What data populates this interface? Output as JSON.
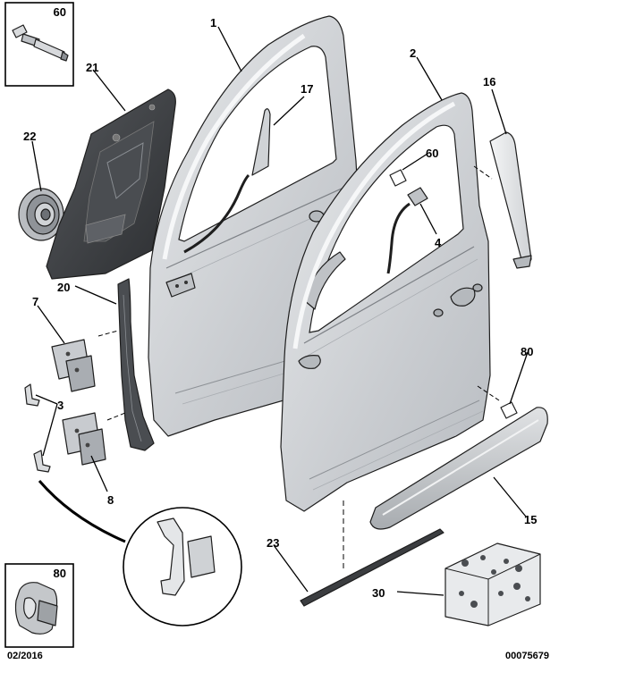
{
  "diagram": {
    "callouts": {
      "c1": "1",
      "c2": "2",
      "c3": "3",
      "c4": "4",
      "c7": "7",
      "c8": "8",
      "c15": "15",
      "c16": "16",
      "c17": "17",
      "c20": "20",
      "c21": "21",
      "c22": "22",
      "c23": "23",
      "c30": "30",
      "c60_right": "60",
      "c80_right": "80"
    },
    "inset_top": {
      "label": "60"
    },
    "inset_bottom": {
      "label": "80"
    },
    "footer": {
      "date": "02/2016",
      "reference": "00075679"
    },
    "colors": {
      "door_panel": "#cdd0d3",
      "door_frame": "#e8eaec",
      "dark_part": "#3a3c3f",
      "line": "#1e1e1e"
    }
  }
}
